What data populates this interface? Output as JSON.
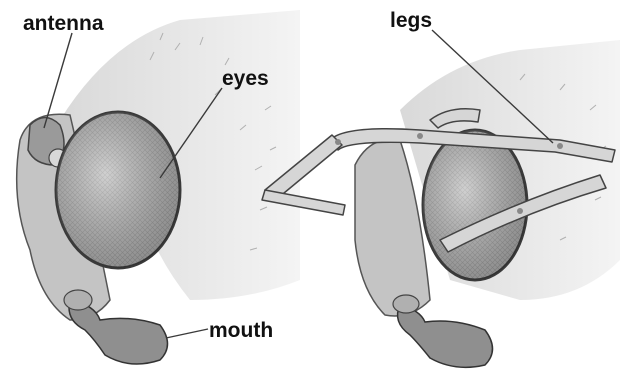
{
  "labels": {
    "antenna": "antenna",
    "eyes": "eyes",
    "legs": "legs",
    "mouth": "mouth"
  },
  "colors": {
    "ink": "#111111",
    "line": "#3a3a3a",
    "skin_light": "#eeeeee",
    "skin_mid": "#c9c9c9",
    "skin_dark": "#8f8f8f",
    "eye_fill": "#b5b5b5"
  }
}
